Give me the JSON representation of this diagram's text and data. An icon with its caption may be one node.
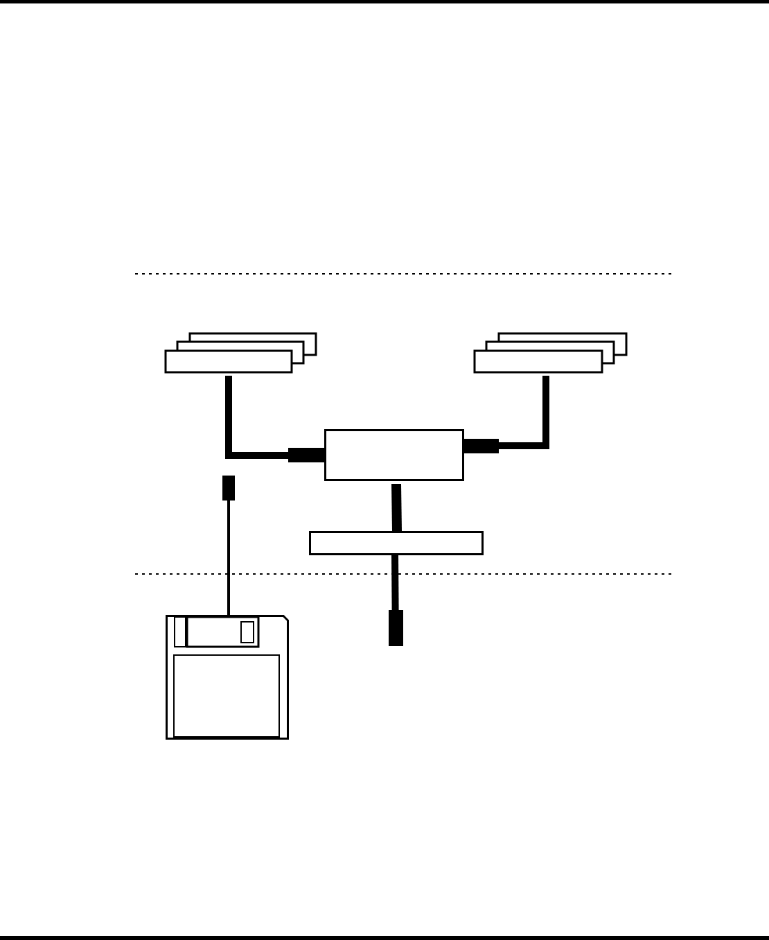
{
  "diagram": {
    "nodes": [
      {
        "text": [],
        "shape": "box"
      },
      {
        "text": [],
        "shape": "box"
      },
      {
        "text": [],
        "shape": "box"
      },
      {
        "text": [],
        "shape": "bar"
      },
      {
        "text": [],
        "shape": "picture"
      }
    ],
    "edges": [
      {
        "from": 0,
        "to": 2,
        "arrow": "none"
      },
      {
        "from": 1,
        "to": 2,
        "arrow": "none"
      },
      {
        "from": 2,
        "to": 3,
        "arrow": "none"
      },
      {
        "from": 3,
        "to": null,
        "arrow": "none"
      },
      {
        "from": 4,
        "to": null,
        "arrow": "none"
      }
    ]
  }
}
